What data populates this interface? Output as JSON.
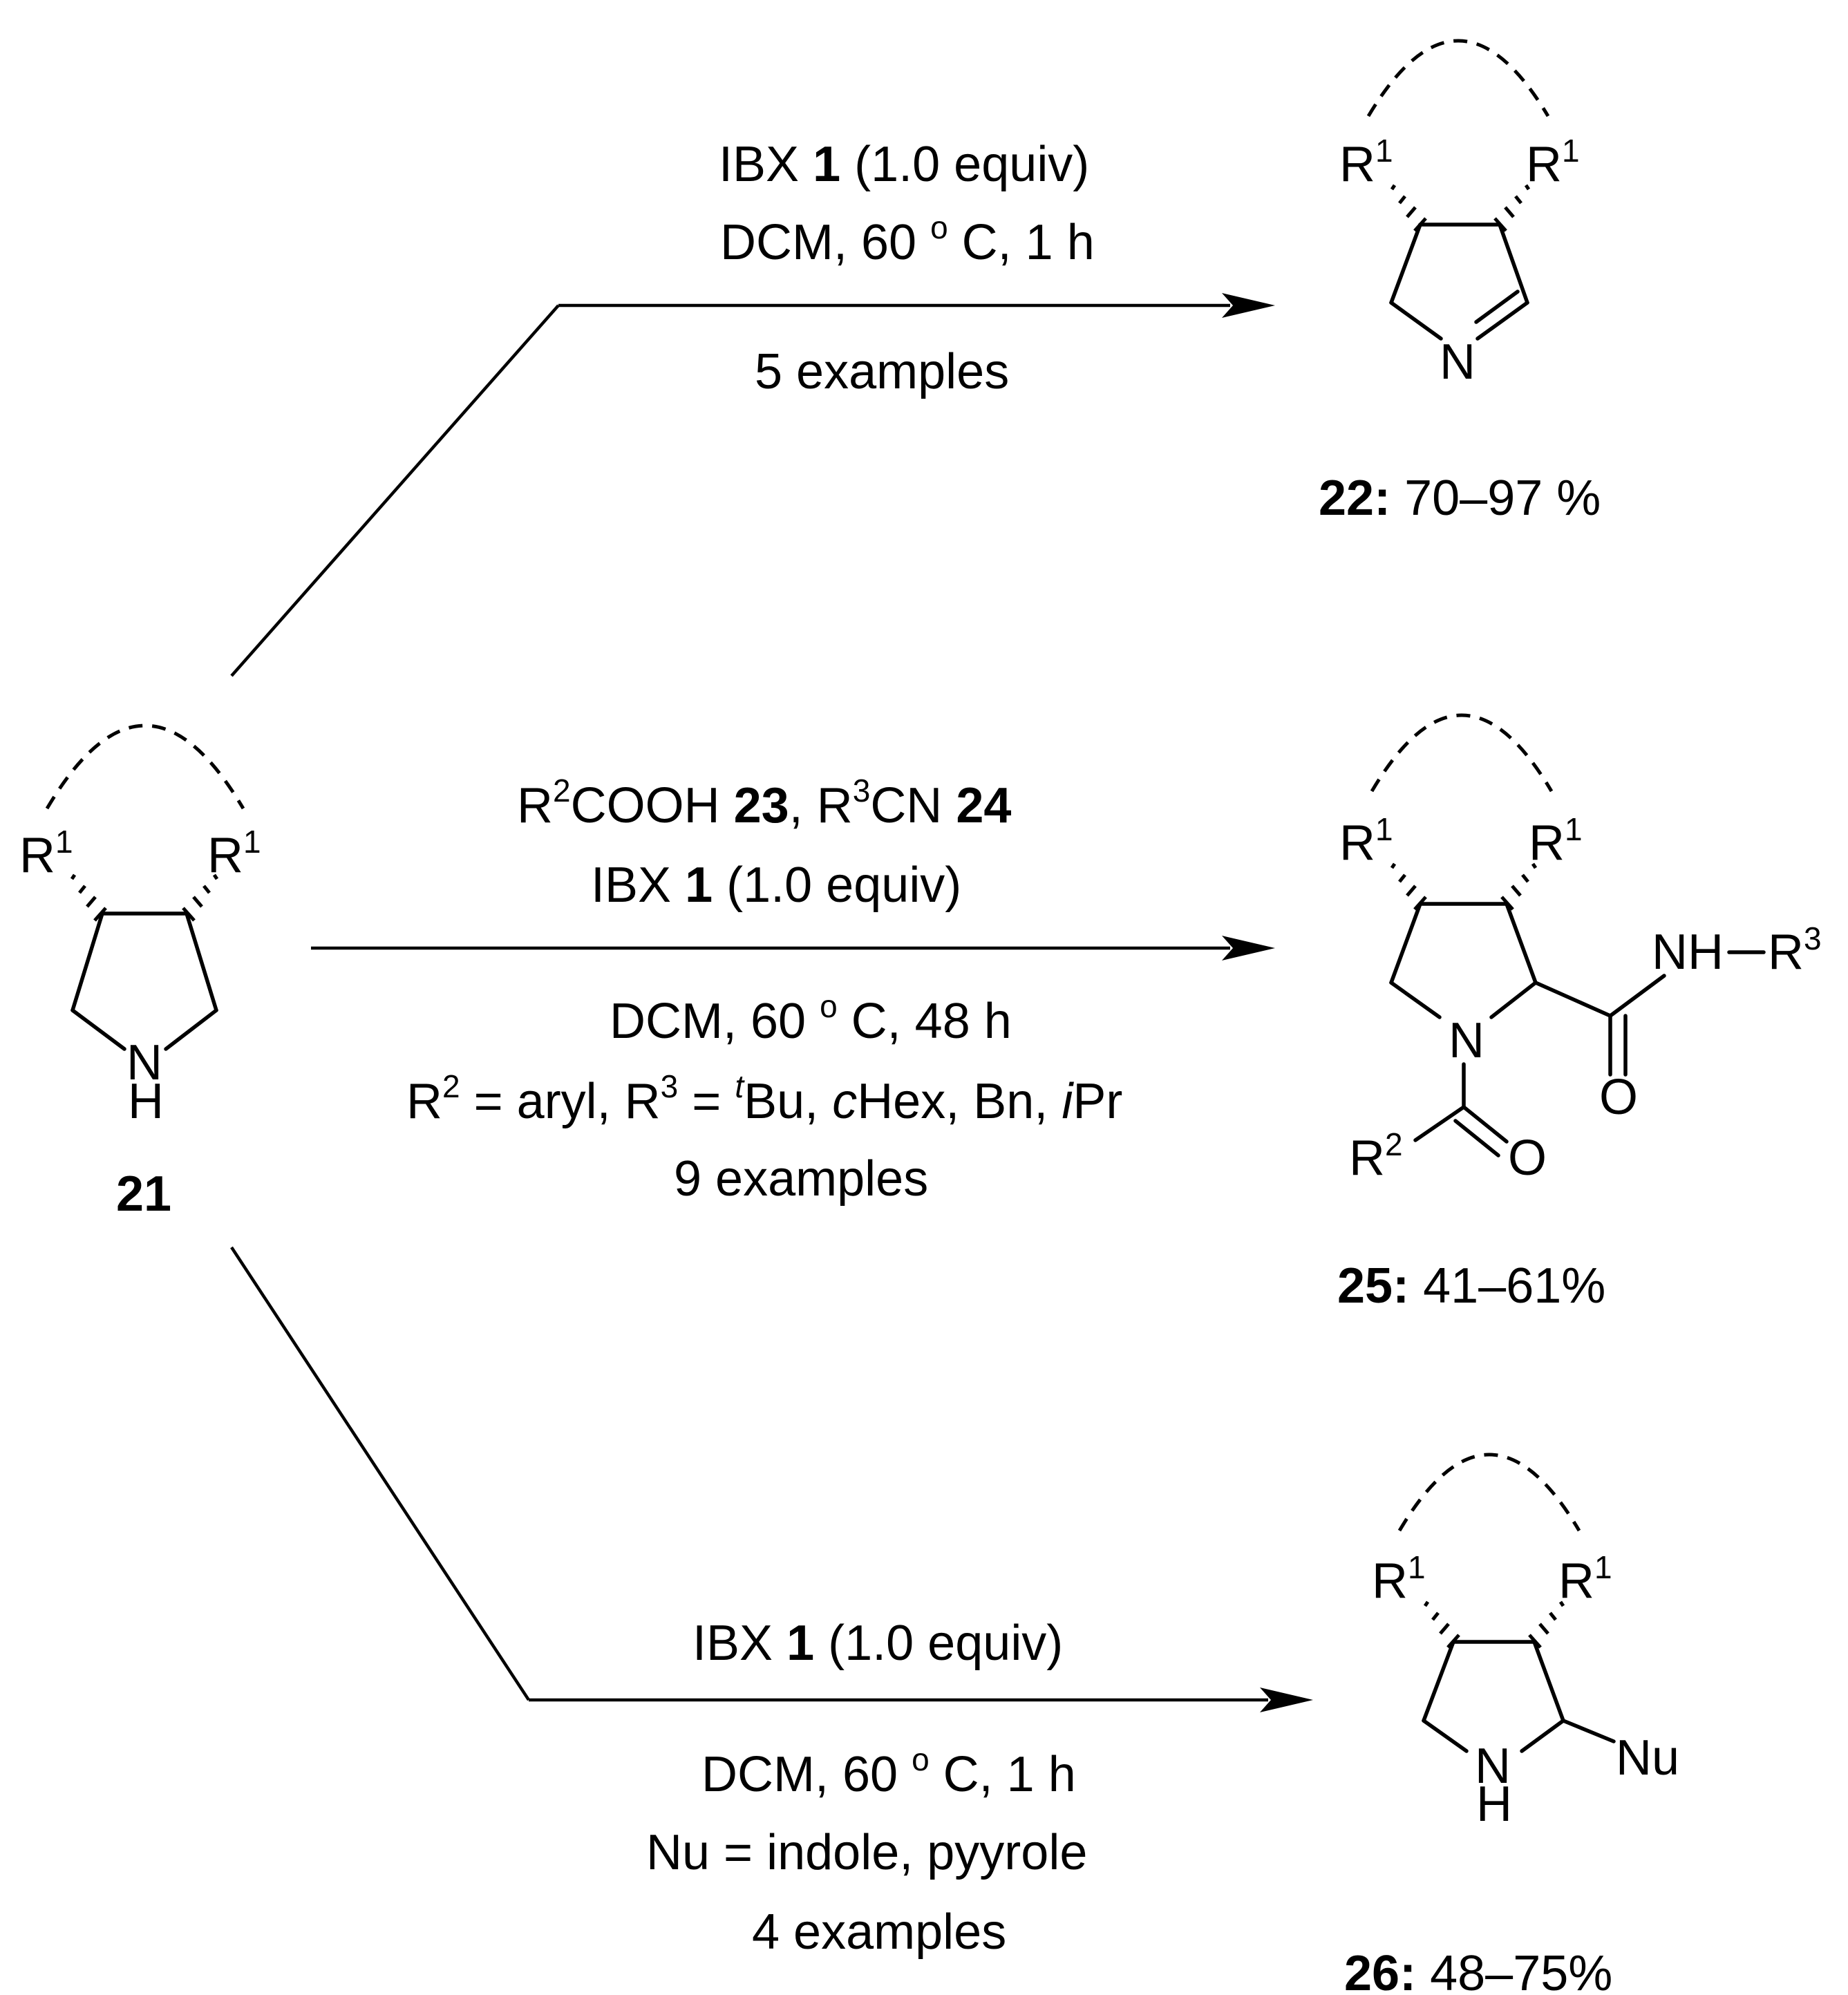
{
  "start": {
    "label": "21",
    "r_left": "R",
    "r_left_sup": "1",
    "r_right": "R",
    "r_right_sup": "1",
    "n": "N",
    "h": "H"
  },
  "path_top": {
    "cond1_pre": "IBX ",
    "cond1_bold": "1",
    "cond1_post": " (1.0 equiv)",
    "cond2_pre": "DCM, 60 ",
    "cond2_deg": "o",
    "cond2_post": " C, 1 h",
    "examples": "5 examples",
    "product_label": "22:",
    "product_yield": " 70–97 %",
    "r_left": "R",
    "r_left_sup": "1",
    "r_right": "R",
    "r_right_sup": "1",
    "n": "N"
  },
  "path_middle": {
    "l1_a": "R",
    "l1_a_sup": "2",
    "l1_b": "COOH ",
    "l1_c_bold": "23",
    "l1_d": ", R",
    "l1_d_sup": "3",
    "l1_e": "CN ",
    "l1_f_bold": "24",
    "l2_pre": "IBX ",
    "l2_bold": "1",
    "l2_post": " (1.0 equiv)",
    "l3_pre": "DCM, 60 ",
    "l3_deg": "o",
    "l3_post": " C, 48 h",
    "l4_a": "R",
    "l4_a_sup": "2",
    "l4_b": " = aryl, R",
    "l4_b_sup": "3",
    "l4_c": " = ",
    "l4_c_sup": "t",
    "l4_d": "Bu, ",
    "l4_e_it": "c",
    "l4_f": "Hex, Bn, ",
    "l4_g_it": "i",
    "l4_h": "Pr",
    "examples": "9 examples",
    "product_label": "25:",
    "product_yield": " 41–61%",
    "r_left": "R",
    "r_left_sup": "1",
    "r_right": "R",
    "r_right_sup": "1",
    "n": "N",
    "nh": "NH",
    "r3": "R",
    "r3_sup": "3",
    "o_amide": "O",
    "r2": "R",
    "r2_sup": "2",
    "o_acyl": "O"
  },
  "path_bottom": {
    "cond1_pre": "IBX ",
    "cond1_bold": "1",
    "cond1_post": " (1.0 equiv)",
    "cond2_pre": "DCM, 60 ",
    "cond2_deg": "o",
    "cond2_post": " C, 1 h",
    "cond3": "Nu = indole, pyyrole",
    "examples": "4 examples",
    "product_label": "26:",
    "product_yield": " 48–75%",
    "r_left": "R",
    "r_left_sup": "1",
    "r_right": "R",
    "r_right_sup": "1",
    "n": "N",
    "h": "H",
    "nu": "Nu"
  }
}
